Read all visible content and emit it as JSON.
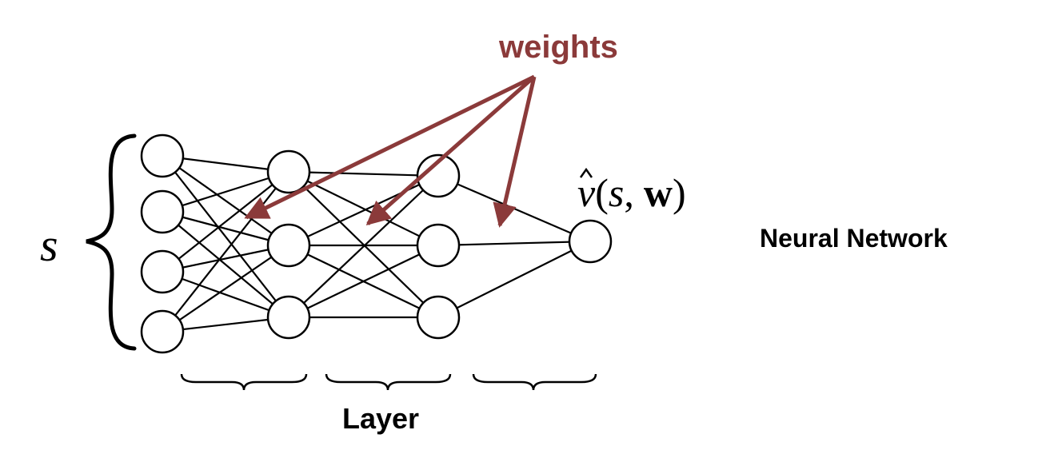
{
  "labels": {
    "weights": "weights",
    "input": "s",
    "output_v": "v",
    "output_args_open": "(",
    "output_s": "s",
    "output_comma": ",",
    "output_w": "w",
    "output_args_close": ")",
    "title": "Neural Network",
    "layer": "Layer"
  },
  "network": {
    "layer_sizes": [
      4,
      3,
      3,
      1
    ]
  },
  "colors": {
    "weights_accent": "#8b3a3a",
    "node_stroke": "#000000",
    "node_fill": "#ffffff",
    "text": "#000000"
  }
}
